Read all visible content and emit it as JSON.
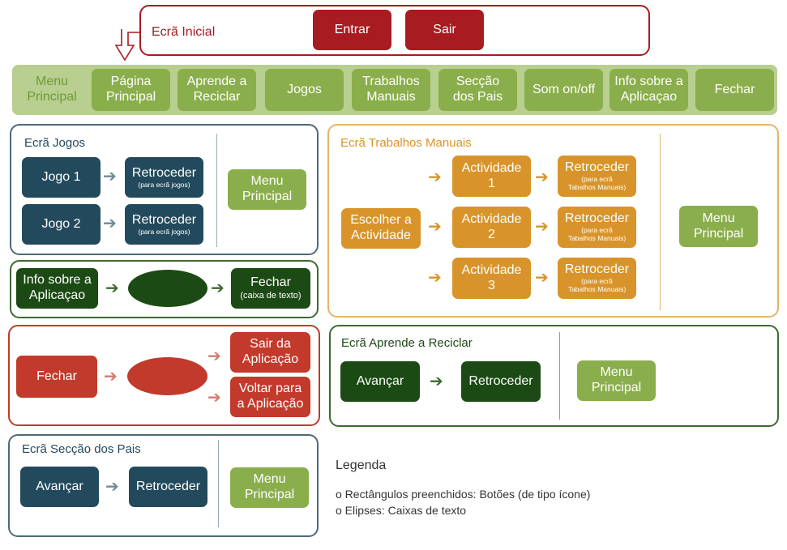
{
  "inicial": {
    "title": "Ecrã Inicial",
    "entrar": "Entrar",
    "sair": "Sair"
  },
  "menu": {
    "label_line1": "Menu",
    "label_line2": "Principal",
    "items": [
      {
        "l1": "Página",
        "l2": "Principal"
      },
      {
        "l1": "Aprende a",
        "l2": "Reciclar"
      },
      {
        "l1": "Jogos",
        "l2": ""
      },
      {
        "l1": "Trabalhos",
        "l2": "Manuais"
      },
      {
        "l1": "Secção",
        "l2": "dos Pais"
      },
      {
        "l1": "Som on/off",
        "l2": ""
      },
      {
        "l1": "Info sobre a",
        "l2": "Aplicaçao"
      },
      {
        "l1": "Fechar",
        "l2": ""
      }
    ]
  },
  "jogos": {
    "title": "Ecrã Jogos",
    "jogo1": "Jogo 1",
    "jogo2": "Jogo 2",
    "retroceder": "Retroceder",
    "retroceder_sub": "(para ecrã jogos)",
    "menu_l1": "Menu",
    "menu_l2": "Principal"
  },
  "info": {
    "btn_l1": "Info sobre a",
    "btn_l2": "Aplicaçao",
    "fechar": "Fechar",
    "fechar_sub": "(caixa de texto)"
  },
  "fechar_flow": {
    "fechar": "Fechar",
    "sair_l1": "Sair da",
    "sair_l2": "Aplicação",
    "voltar_l1": "Voltar para",
    "voltar_l2": "a Aplicação"
  },
  "pais": {
    "title": "Ecrã Secção dos Pais",
    "avancar": "Avançar",
    "retroceder": "Retroceder",
    "menu_l1": "Menu",
    "menu_l2": "Principal"
  },
  "trabalhos": {
    "title": "Ecrã Trabalhos Manuais",
    "escolher_l1": "Escolher a",
    "escolher_l2": "Actividade",
    "activities": [
      {
        "l1": "Actividade",
        "l2": "1"
      },
      {
        "l1": "Actividade",
        "l2": "2"
      },
      {
        "l1": "Actividade",
        "l2": "3"
      }
    ],
    "retroceder": "Retroceder",
    "retroceder_sub1": "(para ecrã",
    "retroceder_sub2": "Tabalhos Manuais)",
    "menu_l1": "Menu",
    "menu_l2": "Principal"
  },
  "reciclar": {
    "title": "Ecrã Aprende a Reciclar",
    "avancar": "Avançar",
    "retroceder": "Retroceder",
    "menu_l1": "Menu",
    "menu_l2": "Principal"
  },
  "legend": {
    "title": "Legenda",
    "line1": "o Rectângulos preenchidos: Botões (de tipo ícone)",
    "line2": "o Elipses: Caixas de texto"
  },
  "colors": {
    "inicial": "#a81b21",
    "menu": "#8aae4c",
    "jogos": "#234a5c",
    "trabalhos": "#d8942a",
    "info": "#1c4a14",
    "fechar": "#c23a2b"
  }
}
